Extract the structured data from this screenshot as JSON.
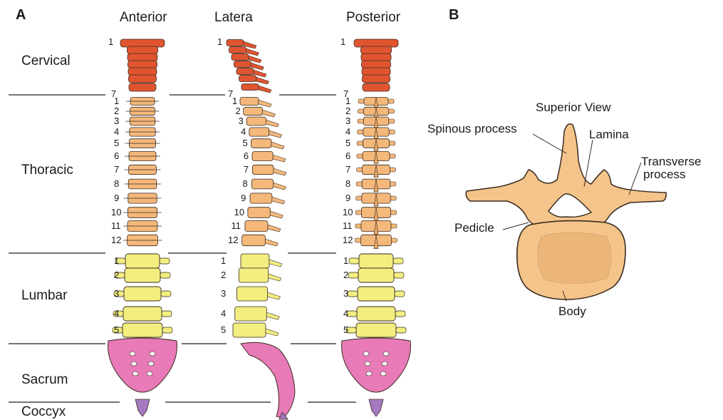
{
  "panel_a": {
    "letter": "A",
    "views": {
      "anterior": "Anterior",
      "lateral": "Latera",
      "posterior": "Posterior"
    },
    "regions": {
      "cervical": "Cervical",
      "thoracic": "Thoracic",
      "lumbar": "Lumbar",
      "sacrum": "Sacrum",
      "coccyx": "Coccyx"
    },
    "cervical_numbers": [
      "1",
      "7"
    ],
    "thoracic_numbers": [
      "1",
      "2",
      "3",
      "4",
      "5",
      "6",
      "7",
      "8",
      "9",
      "10",
      "11",
      "12"
    ],
    "lumbar_numbers": [
      "1",
      "2",
      "3",
      "4",
      "5"
    ]
  },
  "panel_b": {
    "letter": "B",
    "title": "Superior View",
    "labels": {
      "spinous_process": "Spinous process",
      "lamina": "Lamina",
      "transverse_process_1": "Transverse",
      "transverse_process_2": "process",
      "pedicle": "Pedicle",
      "body": "Body"
    }
  },
  "colors": {
    "cervical": "#e05530",
    "thoracic": "#f4b87a",
    "lumbar": "#f2ee80",
    "sacrum": "#e87ab8",
    "coccyx": "#a57ac0",
    "bone": "#f4c48a",
    "outline": "#3a2a20"
  }
}
